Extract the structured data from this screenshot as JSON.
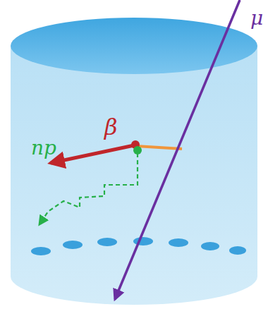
{
  "diagram": {
    "labels": [
      "μ",
      "β",
      "np"
    ]
  }
}
